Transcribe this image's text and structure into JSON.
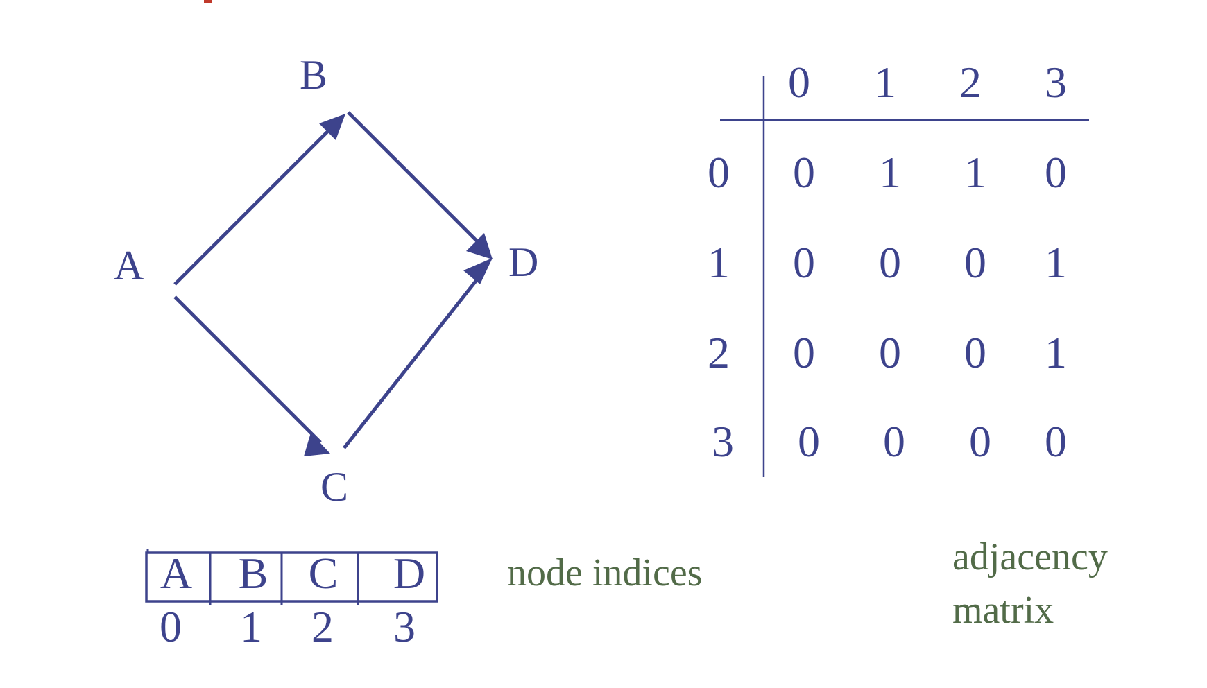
{
  "colors": {
    "ink": "#3d438c",
    "caption": "#526b48",
    "accent": "#c0392b"
  },
  "graph": {
    "nodes": [
      {
        "id": "A",
        "label": "A"
      },
      {
        "id": "B",
        "label": "B"
      },
      {
        "id": "C",
        "label": "C"
      },
      {
        "id": "D",
        "label": "D"
      }
    ],
    "edges": [
      {
        "from": "A",
        "to": "B"
      },
      {
        "from": "B",
        "to": "D"
      },
      {
        "from": "A",
        "to": "C"
      },
      {
        "from": "C",
        "to": "D"
      }
    ]
  },
  "matrix": {
    "col_headers": [
      "0",
      "1",
      "2",
      "3"
    ],
    "row_headers": [
      "0",
      "1",
      "2",
      "3"
    ],
    "rows": [
      [
        "0",
        "1",
        "1",
        "0"
      ],
      [
        "0",
        "0",
        "0",
        "1"
      ],
      [
        "0",
        "0",
        "0",
        "1"
      ],
      [
        "0",
        "0",
        "0",
        "0"
      ]
    ]
  },
  "index_array": {
    "cells": [
      "A",
      "B",
      "C",
      "D"
    ],
    "indices": [
      "0",
      "1",
      "2",
      "3"
    ]
  },
  "captions": {
    "node_indices": "node indices",
    "adjacency_line1": "adjacency",
    "adjacency_line2": "matrix"
  }
}
